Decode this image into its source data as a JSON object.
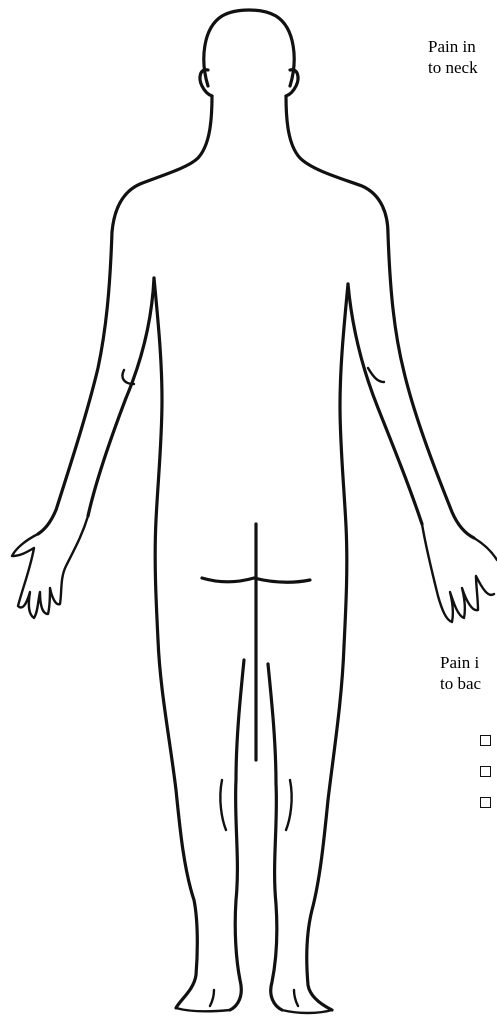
{
  "questions": {
    "q1": {
      "line1": "Pain in",
      "line2": "to neck"
    },
    "q2": {
      "line1": "Pain i",
      "line2": "to bac"
    }
  },
  "checkboxes": [
    {
      "checked": false
    },
    {
      "checked": false
    },
    {
      "checked": false
    }
  ],
  "diagram": {
    "icon": "human-body-back-outline-icon",
    "stroke_color": "#111111"
  }
}
